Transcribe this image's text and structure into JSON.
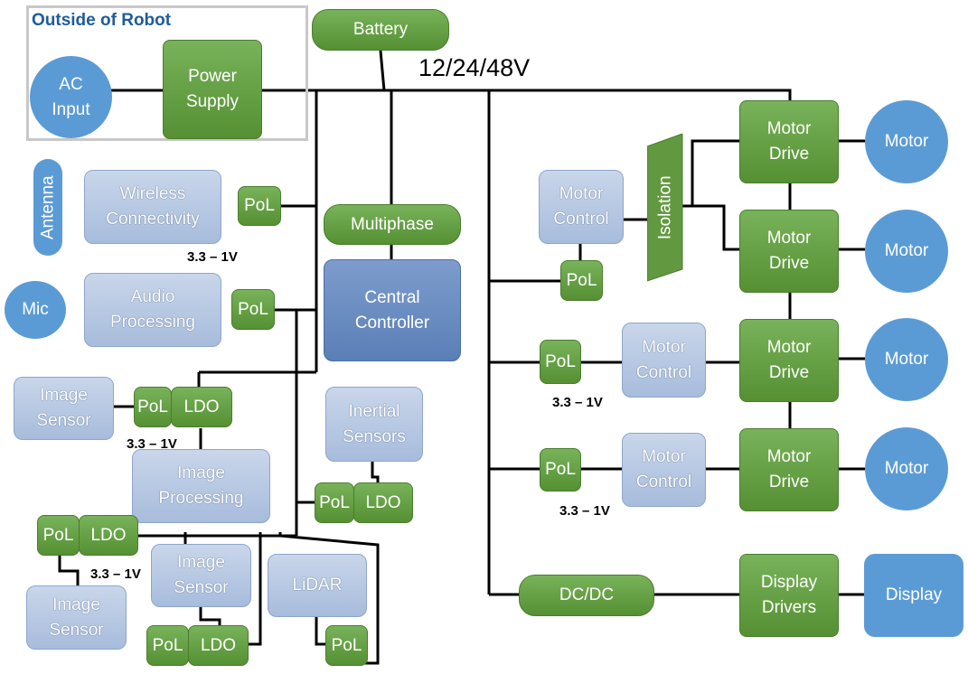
{
  "outside_title": "Outside of Robot",
  "bus_voltage": "12/24/48V",
  "blocks": {
    "battery": "Battery",
    "ac_input": "AC\nInput",
    "power_supply": "Power\nSupply",
    "antenna": "Antenna",
    "wireless": "Wireless\nConnectivity",
    "pol_wireless": "PoL",
    "mic": "Mic",
    "audio": "Audio\nProcessing",
    "pol_audio": "PoL",
    "image_sensor_1": "Image\nSensor",
    "pol_image_1": "PoL",
    "ldo_image_1": "LDO",
    "image_processing": "Image\nProcessing",
    "multiphase": "Multiphase",
    "central_controller": "Central\nController",
    "inertial_sensors": "Inertial\nSensors",
    "pol_inertial": "PoL",
    "ldo_inertial": "LDO",
    "pol_bottom_left": "PoL",
    "ldo_bottom_left": "LDO",
    "image_sensor_2": "Image\nSensor",
    "image_sensor_3": "Image\nSensor",
    "pol_image_3": "PoL",
    "ldo_image_3": "LDO",
    "lidar": "LiDAR",
    "pol_lidar": "PoL",
    "motor_control_1": "Motor\nControl",
    "pol_motor_1": "PoL",
    "isolation": "Isolation",
    "pol_motor_2": "PoL",
    "motor_control_2": "Motor\nControl",
    "pol_motor_3": "PoL",
    "motor_control_3": "Motor\nControl",
    "motor_drive_1": "Motor\nDrive",
    "motor_drive_2": "Motor\nDrive",
    "motor_drive_3": "Motor\nDrive",
    "motor_drive_4": "Motor\nDrive",
    "motor_1": "Motor",
    "motor_2": "Motor",
    "motor_3": "Motor",
    "motor_4": "Motor",
    "dcdc": "DC/DC",
    "display_drivers": "Display\nDrivers",
    "display": "Display"
  },
  "voltage_labels": {
    "wireless": "3.3 – 1V",
    "image": "3.3 – 1V",
    "bottom_left": "3.3 – 1V",
    "motor_2": "3.3 – 1V",
    "motor_3": "3.3 – 1V"
  }
}
